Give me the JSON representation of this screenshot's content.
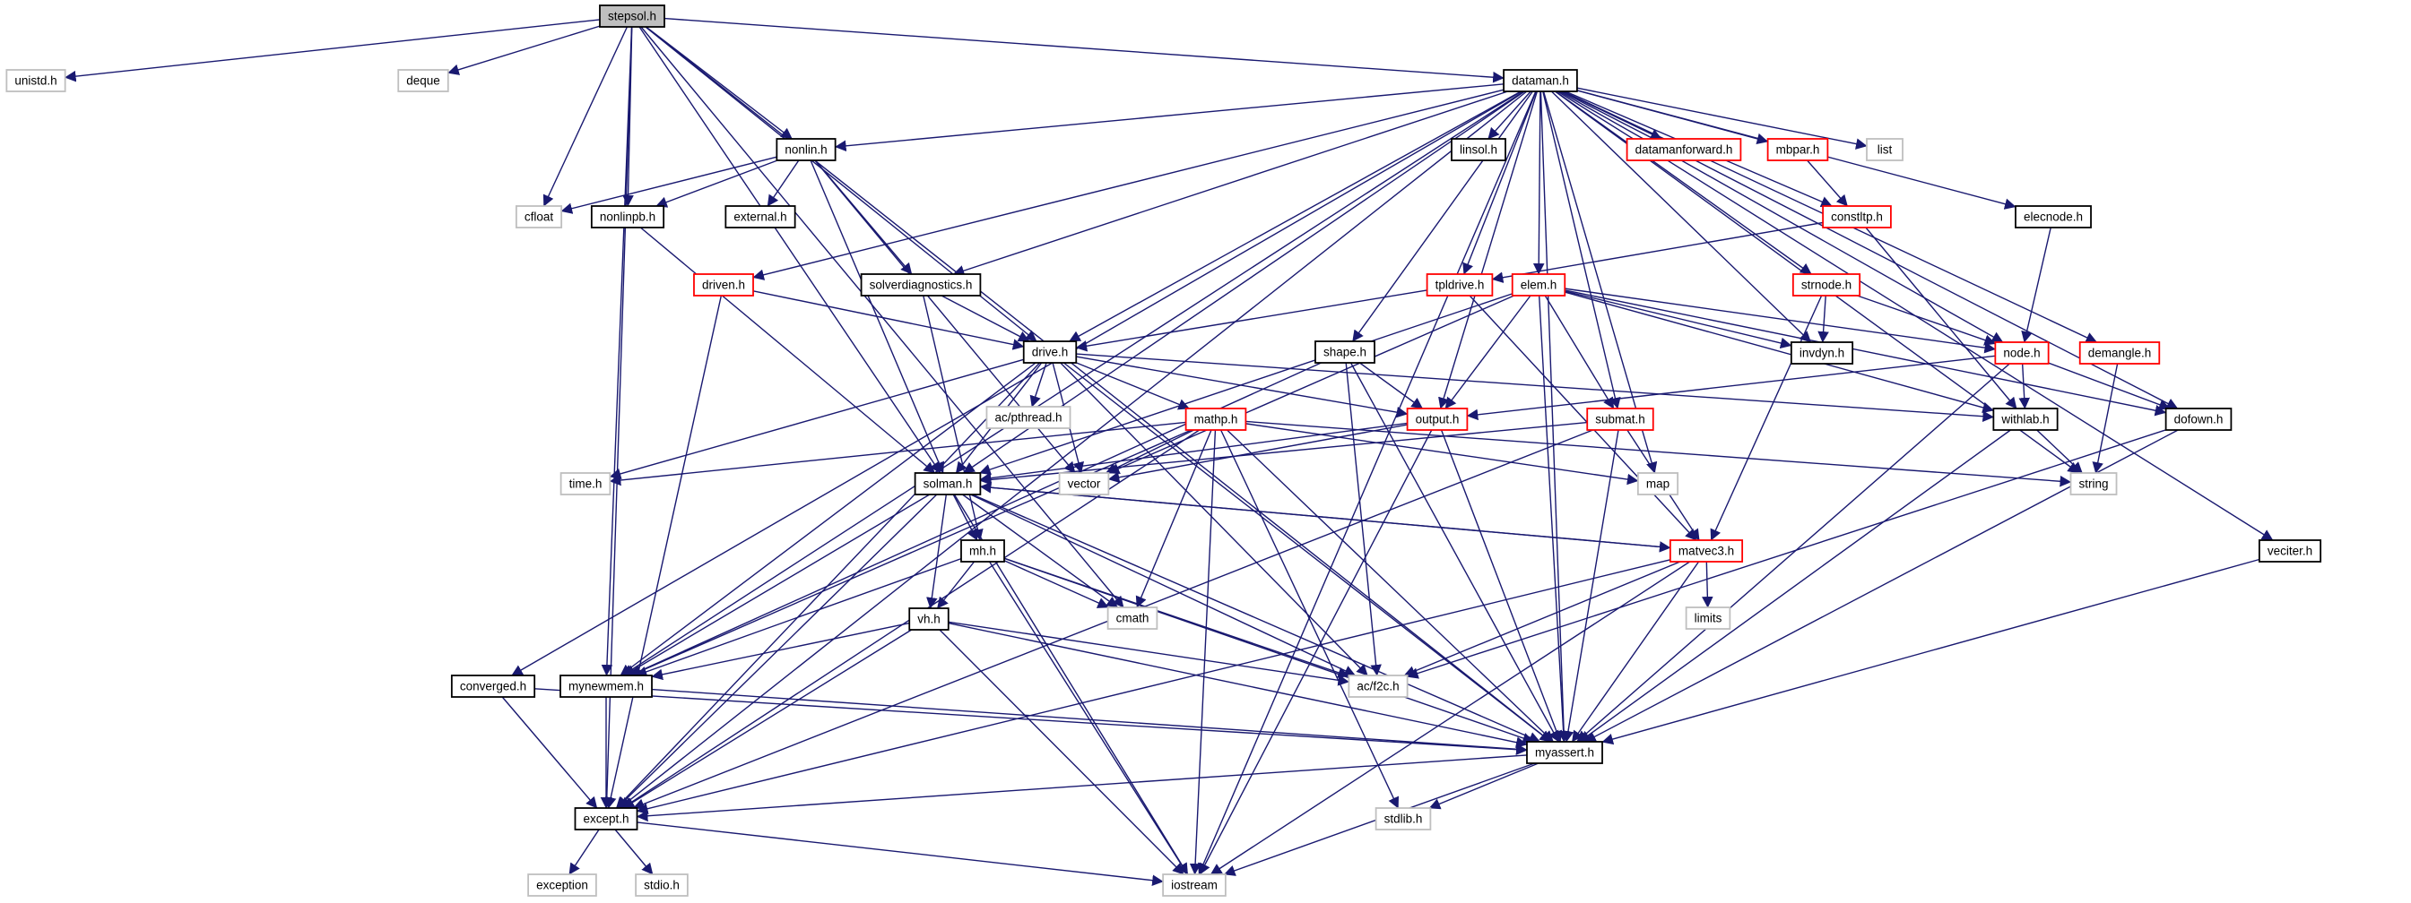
{
  "graph": {
    "nodes": [
      {
        "id": "stepsol",
        "label": "stepsol.h",
        "kind": "root"
      },
      {
        "id": "unistd",
        "label": "unistd.h",
        "kind": "grey"
      },
      {
        "id": "deque",
        "label": "deque",
        "kind": "grey"
      },
      {
        "id": "dataman",
        "label": "dataman.h",
        "kind": "dark"
      },
      {
        "id": "nonlin",
        "label": "nonlin.h",
        "kind": "dark"
      },
      {
        "id": "cfloat",
        "label": "cfloat",
        "kind": "grey"
      },
      {
        "id": "nonlinpb",
        "label": "nonlinpb.h",
        "kind": "dark"
      },
      {
        "id": "external",
        "label": "external.h",
        "kind": "dark"
      },
      {
        "id": "linsol",
        "label": "linsol.h",
        "kind": "dark"
      },
      {
        "id": "datamanforward",
        "label": "datamanforward.h",
        "kind": "red"
      },
      {
        "id": "mbpar",
        "label": "mbpar.h",
        "kind": "red"
      },
      {
        "id": "list",
        "label": "list",
        "kind": "grey"
      },
      {
        "id": "constltp",
        "label": "constltp.h",
        "kind": "red"
      },
      {
        "id": "elecnode",
        "label": "elecnode.h",
        "kind": "dark"
      },
      {
        "id": "driven",
        "label": "driven.h",
        "kind": "red"
      },
      {
        "id": "solverdiag",
        "label": "solverdiagnostics.h",
        "kind": "dark"
      },
      {
        "id": "tpldrive",
        "label": "tpldrive.h",
        "kind": "red"
      },
      {
        "id": "elem",
        "label": "elem.h",
        "kind": "red"
      },
      {
        "id": "strnode",
        "label": "strnode.h",
        "kind": "red"
      },
      {
        "id": "demangle",
        "label": "demangle.h",
        "kind": "red"
      },
      {
        "id": "drive",
        "label": "drive.h",
        "kind": "dark"
      },
      {
        "id": "shape",
        "label": "shape.h",
        "kind": "dark"
      },
      {
        "id": "invdyn",
        "label": "invdyn.h",
        "kind": "dark"
      },
      {
        "id": "node",
        "label": "node.h",
        "kind": "red"
      },
      {
        "id": "acpthread",
        "label": "ac/pthread.h",
        "kind": "grey"
      },
      {
        "id": "mathp",
        "label": "mathp.h",
        "kind": "red"
      },
      {
        "id": "output",
        "label": "output.h",
        "kind": "red"
      },
      {
        "id": "submat",
        "label": "submat.h",
        "kind": "red"
      },
      {
        "id": "withlab",
        "label": "withlab.h",
        "kind": "dark"
      },
      {
        "id": "dofown",
        "label": "dofown.h",
        "kind": "dark"
      },
      {
        "id": "timeh",
        "label": "time.h",
        "kind": "grey"
      },
      {
        "id": "solman",
        "label": "solman.h",
        "kind": "dark"
      },
      {
        "id": "vector",
        "label": "vector",
        "kind": "grey"
      },
      {
        "id": "map",
        "label": "map",
        "kind": "grey"
      },
      {
        "id": "string",
        "label": "string",
        "kind": "grey"
      },
      {
        "id": "mh",
        "label": "mh.h",
        "kind": "dark"
      },
      {
        "id": "matvec3",
        "label": "matvec3.h",
        "kind": "red"
      },
      {
        "id": "veciter",
        "label": "veciter.h",
        "kind": "dark"
      },
      {
        "id": "limits",
        "label": "limits",
        "kind": "grey"
      },
      {
        "id": "cmath",
        "label": "cmath",
        "kind": "grey"
      },
      {
        "id": "vh",
        "label": "vh.h",
        "kind": "dark"
      },
      {
        "id": "converged",
        "label": "converged.h",
        "kind": "dark"
      },
      {
        "id": "mynewmem",
        "label": "mynewmem.h",
        "kind": "dark"
      },
      {
        "id": "acf2c",
        "label": "ac/f2c.h",
        "kind": "grey"
      },
      {
        "id": "myassert",
        "label": "myassert.h",
        "kind": "dark"
      },
      {
        "id": "except",
        "label": "except.h",
        "kind": "dark"
      },
      {
        "id": "stdlib",
        "label": "stdlib.h",
        "kind": "grey"
      },
      {
        "id": "exception",
        "label": "exception",
        "kind": "grey"
      },
      {
        "id": "stdio",
        "label": "stdio.h",
        "kind": "grey"
      },
      {
        "id": "iostream",
        "label": "iostream",
        "kind": "grey"
      }
    ],
    "edges": [
      [
        "stepsol",
        "unistd"
      ],
      [
        "stepsol",
        "deque"
      ],
      [
        "stepsol",
        "dataman"
      ],
      [
        "stepsol",
        "nonlin"
      ],
      [
        "stepsol",
        "cfloat"
      ],
      [
        "stepsol",
        "nonlinpb"
      ],
      [
        "stepsol",
        "drive"
      ],
      [
        "stepsol",
        "solman"
      ],
      [
        "stepsol",
        "mynewmem"
      ],
      [
        "stepsol",
        "except"
      ],
      [
        "stepsol",
        "myassert"
      ],
      [
        "stepsol",
        "cmath"
      ],
      [
        "dataman",
        "nonlin"
      ],
      [
        "dataman",
        "linsol"
      ],
      [
        "dataman",
        "datamanforward"
      ],
      [
        "dataman",
        "mbpar"
      ],
      [
        "dataman",
        "list"
      ],
      [
        "dataman",
        "constltp"
      ],
      [
        "dataman",
        "elecnode"
      ],
      [
        "dataman",
        "driven"
      ],
      [
        "dataman",
        "solverdiag"
      ],
      [
        "dataman",
        "tpldrive"
      ],
      [
        "dataman",
        "elem"
      ],
      [
        "dataman",
        "strnode"
      ],
      [
        "dataman",
        "demangle"
      ],
      [
        "dataman",
        "drive"
      ],
      [
        "dataman",
        "shape"
      ],
      [
        "dataman",
        "invdyn"
      ],
      [
        "dataman",
        "node"
      ],
      [
        "dataman",
        "output"
      ],
      [
        "dataman",
        "submat"
      ],
      [
        "dataman",
        "dofown"
      ],
      [
        "dataman",
        "solman"
      ],
      [
        "dataman",
        "map"
      ],
      [
        "dataman",
        "string"
      ],
      [
        "dataman",
        "veciter"
      ],
      [
        "dataman",
        "converged"
      ],
      [
        "dataman",
        "mynewmem"
      ],
      [
        "dataman",
        "except"
      ],
      [
        "dataman",
        "myassert"
      ],
      [
        "dataman",
        "iostream"
      ],
      [
        "nonlin",
        "cfloat"
      ],
      [
        "nonlin",
        "nonlinpb"
      ],
      [
        "nonlin",
        "external"
      ],
      [
        "nonlin",
        "solverdiag"
      ],
      [
        "nonlin",
        "solman"
      ],
      [
        "nonlin",
        "vector"
      ],
      [
        "nonlinpb",
        "solman"
      ],
      [
        "mbpar",
        "constltp"
      ],
      [
        "constltp",
        "tpldrive"
      ],
      [
        "constltp",
        "withlab"
      ],
      [
        "elecnode",
        "node"
      ],
      [
        "driven",
        "drive"
      ],
      [
        "driven",
        "except"
      ],
      [
        "solverdiag",
        "drive"
      ],
      [
        "solverdiag",
        "mh"
      ],
      [
        "tpldrive",
        "drive"
      ],
      [
        "tpldrive",
        "matvec3"
      ],
      [
        "elem",
        "invdyn"
      ],
      [
        "elem",
        "node"
      ],
      [
        "elem",
        "output"
      ],
      [
        "elem",
        "submat"
      ],
      [
        "elem",
        "solman"
      ],
      [
        "elem",
        "vector"
      ],
      [
        "elem",
        "withlab"
      ],
      [
        "elem",
        "dofown"
      ],
      [
        "elem",
        "myassert"
      ],
      [
        "strnode",
        "invdyn"
      ],
      [
        "strnode",
        "node"
      ],
      [
        "strnode",
        "matvec3"
      ],
      [
        "demangle",
        "string"
      ],
      [
        "drive",
        "acpthread"
      ],
      [
        "drive",
        "mathp"
      ],
      [
        "drive",
        "output"
      ],
      [
        "drive",
        "withlab"
      ],
      [
        "drive",
        "solman"
      ],
      [
        "drive",
        "timeh"
      ],
      [
        "drive",
        "mynewmem"
      ],
      [
        "drive",
        "except"
      ],
      [
        "drive",
        "acf2c"
      ],
      [
        "drive",
        "myassert"
      ],
      [
        "drive",
        "vector"
      ],
      [
        "shape",
        "output"
      ],
      [
        "shape",
        "acf2c"
      ],
      [
        "shape",
        "myassert"
      ],
      [
        "shape",
        "mynewmem"
      ],
      [
        "node",
        "output"
      ],
      [
        "node",
        "withlab"
      ],
      [
        "node",
        "dofown"
      ],
      [
        "node",
        "myassert"
      ],
      [
        "mathp",
        "timeh"
      ],
      [
        "mathp",
        "vector"
      ],
      [
        "mathp",
        "map"
      ],
      [
        "mathp",
        "string"
      ],
      [
        "mathp",
        "cmath"
      ],
      [
        "mathp",
        "stdlib"
      ],
      [
        "mathp",
        "iostream"
      ],
      [
        "mathp",
        "myassert"
      ],
      [
        "mathp",
        "except"
      ],
      [
        "mathp",
        "mynewmem"
      ],
      [
        "output",
        "solman"
      ],
      [
        "output",
        "vector"
      ],
      [
        "output",
        "iostream"
      ],
      [
        "output",
        "myassert"
      ],
      [
        "submat",
        "solman"
      ],
      [
        "submat",
        "matvec3"
      ],
      [
        "submat",
        "myassert"
      ],
      [
        "submat",
        "except"
      ],
      [
        "withlab",
        "string"
      ],
      [
        "withlab",
        "myassert"
      ],
      [
        "dofown",
        "acf2c"
      ],
      [
        "dofown",
        "myassert"
      ],
      [
        "solman",
        "mh"
      ],
      [
        "solman",
        "vh"
      ],
      [
        "solman",
        "matvec3"
      ],
      [
        "solman",
        "cmath"
      ],
      [
        "solman",
        "acf2c"
      ],
      [
        "solman",
        "myassert"
      ],
      [
        "solman",
        "mynewmem"
      ],
      [
        "solman",
        "except"
      ],
      [
        "solman",
        "iostream"
      ],
      [
        "mh",
        "vh"
      ],
      [
        "mh",
        "cmath"
      ],
      [
        "mh",
        "acf2c"
      ],
      [
        "mh",
        "myassert"
      ],
      [
        "mh",
        "mynewmem"
      ],
      [
        "mh",
        "iostream"
      ],
      [
        "matvec3",
        "solman"
      ],
      [
        "matvec3",
        "limits"
      ],
      [
        "matvec3",
        "acf2c"
      ],
      [
        "matvec3",
        "myassert"
      ],
      [
        "matvec3",
        "except"
      ],
      [
        "matvec3",
        "iostream"
      ],
      [
        "veciter",
        "myassert"
      ],
      [
        "vh",
        "acf2c"
      ],
      [
        "vh",
        "myassert"
      ],
      [
        "vh",
        "mynewmem"
      ],
      [
        "vh",
        "except"
      ],
      [
        "vh",
        "iostream"
      ],
      [
        "converged",
        "myassert"
      ],
      [
        "converged",
        "except"
      ],
      [
        "mynewmem",
        "myassert"
      ],
      [
        "mynewmem",
        "except"
      ],
      [
        "myassert",
        "except"
      ],
      [
        "myassert",
        "stdlib"
      ],
      [
        "myassert",
        "iostream"
      ],
      [
        "except",
        "exception"
      ],
      [
        "except",
        "stdio"
      ],
      [
        "except",
        "iostream"
      ]
    ]
  }
}
